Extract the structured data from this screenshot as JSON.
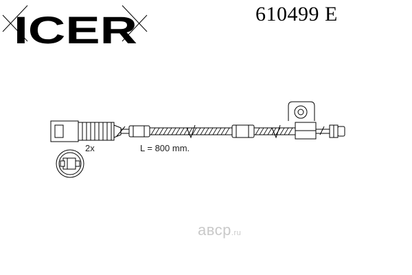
{
  "brand": {
    "logo_text": "ICER"
  },
  "product": {
    "part_number": "610499 E"
  },
  "drawing": {
    "quantity_label": "2x",
    "length_label": "L = 800 mm."
  },
  "watermark": {
    "text": "aвсp",
    "tld": ".ru"
  },
  "colors": {
    "ink": "#000000",
    "watermark": "#c9c9c9",
    "background": "#ffffff"
  }
}
